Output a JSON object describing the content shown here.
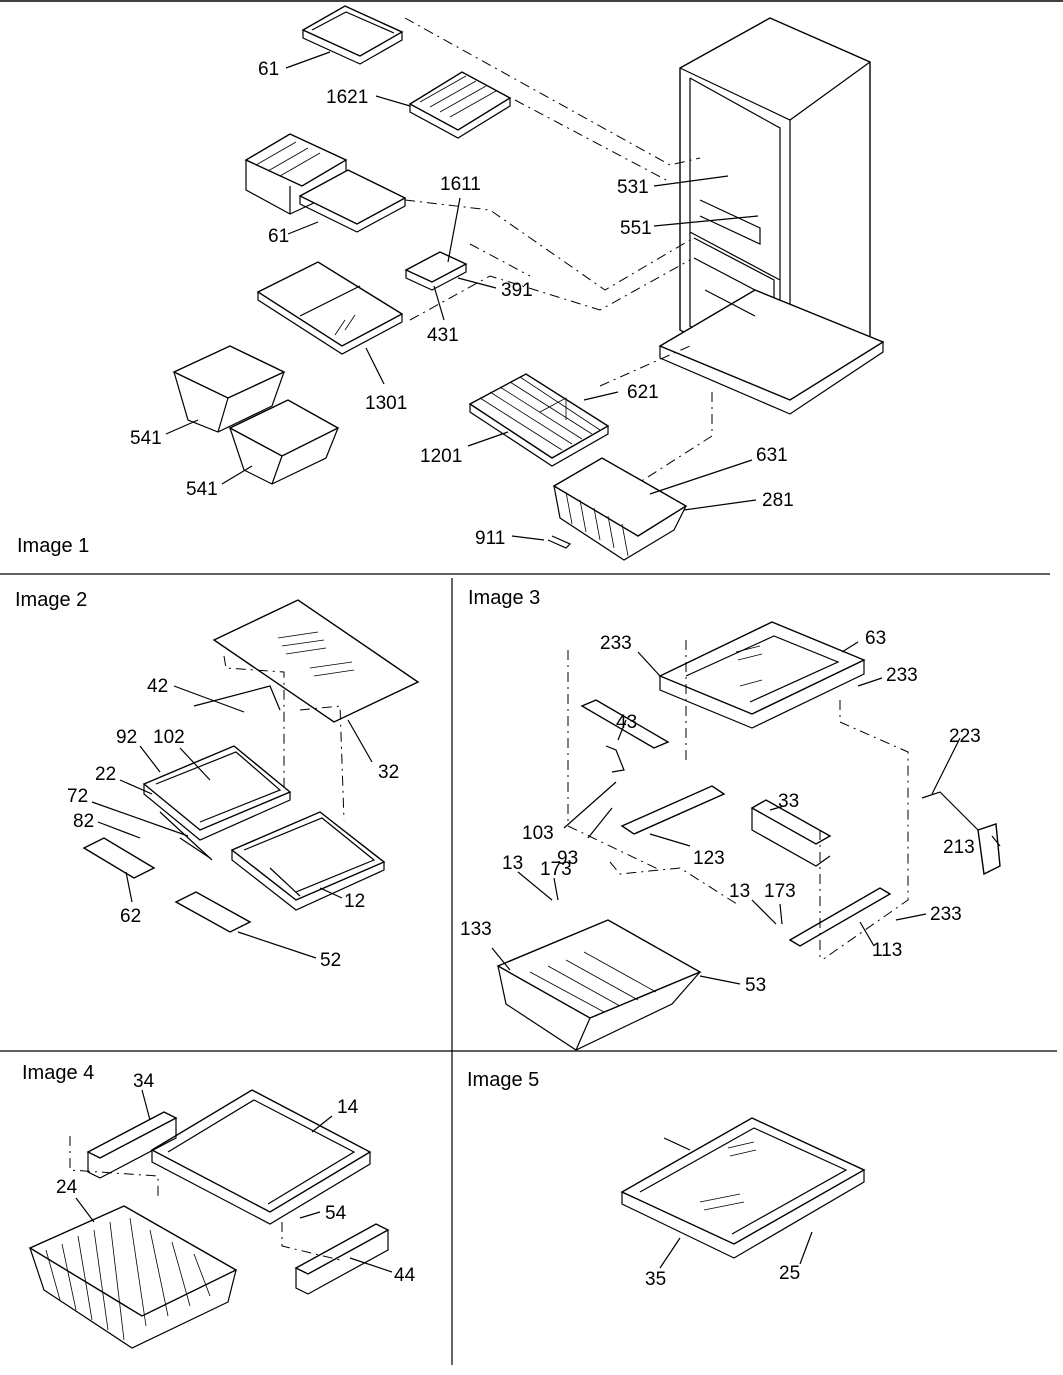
{
  "panels": {
    "image1": {
      "title": "Image 1"
    },
    "image2": {
      "title": "Image 2"
    },
    "image3": {
      "title": "Image 3"
    },
    "image4": {
      "title": "Image 4"
    },
    "image5": {
      "title": "Image 5"
    }
  },
  "callouts": {
    "p1_61a": "61",
    "p1_1621": "1621",
    "p1_61b": "61",
    "p1_1611": "1611",
    "p1_531": "531",
    "p1_551": "551",
    "p1_391": "391",
    "p1_431": "431",
    "p1_1301": "1301",
    "p1_541a": "541",
    "p1_541b": "541",
    "p1_621": "621",
    "p1_1201": "1201",
    "p1_631": "631",
    "p1_281": "281",
    "p1_911": "911",
    "p2_42": "42",
    "p2_92": "92",
    "p2_102": "102",
    "p2_22": "22",
    "p2_72": "72",
    "p2_82": "82",
    "p2_32": "32",
    "p2_62": "62",
    "p2_12": "12",
    "p2_52": "52",
    "p3_233a": "233",
    "p3_63": "63",
    "p3_233b": "233",
    "p3_43": "43",
    "p3_223": "223",
    "p3_33": "33",
    "p3_103": "103",
    "p3_93": "93",
    "p3_123": "123",
    "p3_213": "213",
    "p3_13a": "13",
    "p3_173a": "173",
    "p3_13b": "13",
    "p3_173b": "173",
    "p3_233c": "233",
    "p3_133": "133",
    "p3_113": "113",
    "p3_53": "53",
    "p4_34": "34",
    "p4_14": "14",
    "p4_24": "24",
    "p4_54": "54",
    "p4_44": "44",
    "p5_35": "35",
    "p5_25": "25"
  }
}
